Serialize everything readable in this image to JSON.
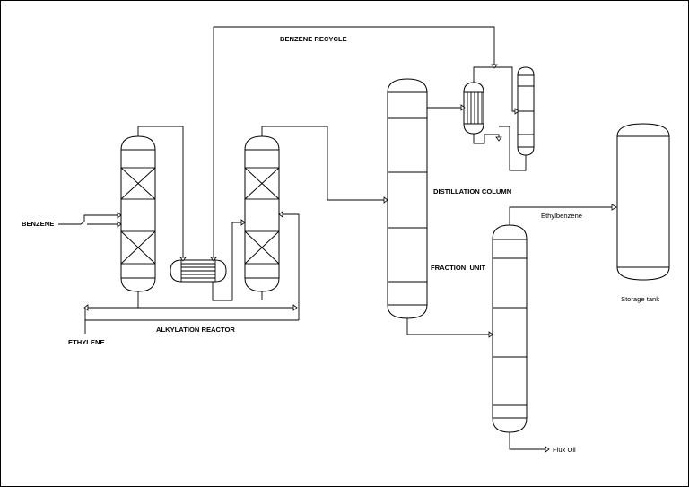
{
  "labels": {
    "benzene_recycle": "BENZENE RECYCLE",
    "benzene": "BENZENE",
    "ethylene": "ETHYLENE",
    "alkylation_reactor": "ALKYLATION REACTOR",
    "distillation_column": "DISTILLATION COLUMN",
    "fraction_unit": "FRACTION  UNIT",
    "ethylbenzene": "Ethylbenzene",
    "storage_tank": "Storage tank",
    "flux_oil": "Flux Oil"
  }
}
